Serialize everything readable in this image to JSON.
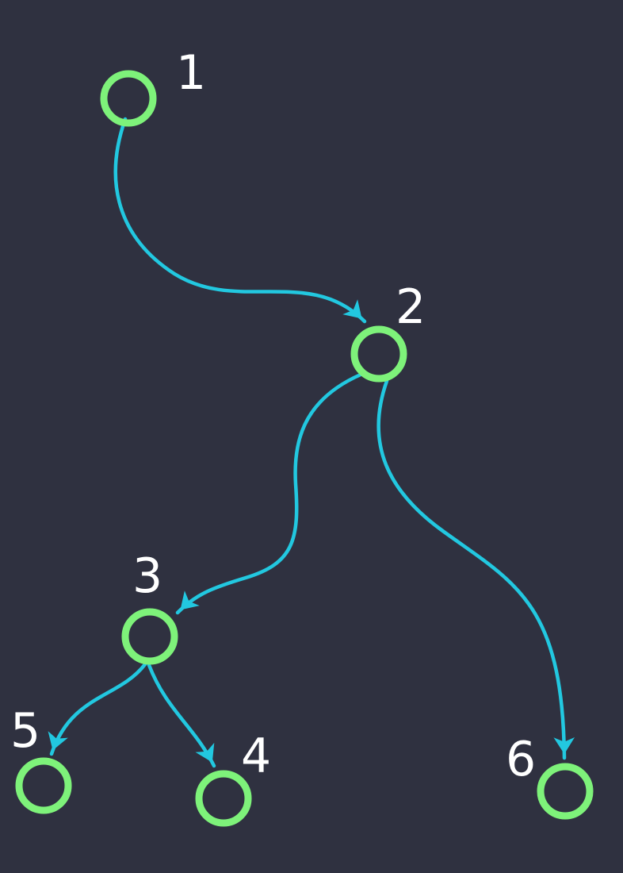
{
  "colors": {
    "background": "#2f3140",
    "node_stroke": "#7ef27a",
    "edge_stroke": "#22c8e0",
    "label_text": "#ffffff"
  },
  "nodes": [
    {
      "id": "1",
      "label": "1"
    },
    {
      "id": "2",
      "label": "2"
    },
    {
      "id": "3",
      "label": "3"
    },
    {
      "id": "4",
      "label": "4"
    },
    {
      "id": "5",
      "label": "5"
    },
    {
      "id": "6",
      "label": "6"
    }
  ],
  "edges": [
    {
      "from": "1",
      "to": "2"
    },
    {
      "from": "2",
      "to": "3"
    },
    {
      "from": "2",
      "to": "6"
    },
    {
      "from": "3",
      "to": "5"
    },
    {
      "from": "3",
      "to": "4"
    }
  ]
}
